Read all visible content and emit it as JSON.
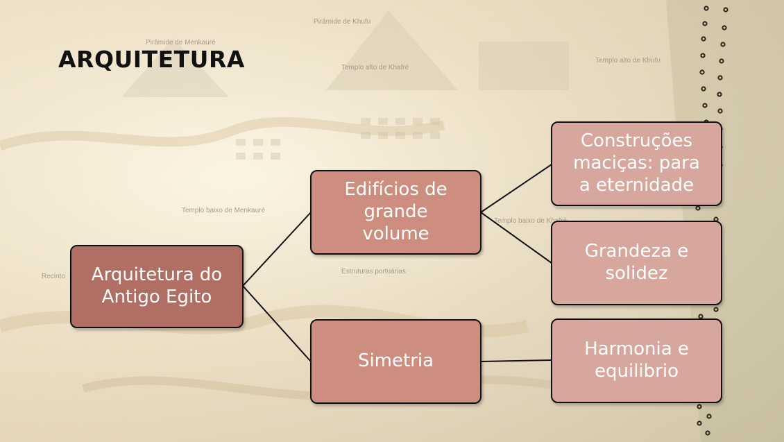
{
  "slide": {
    "title": "ARQUITETURA"
  },
  "background_labels": [
    "Pirâmide de Menkauré",
    "Pirâmide de Khufu",
    "Templo alto de Khafré",
    "Templo alto de Khufu",
    "Templo baixo de Menkauré",
    "Estruturas portuárias",
    "Templo baixo de Khafré",
    "Recinto"
  ],
  "diagram": {
    "root": "Arquitetura do\nAntigo Egito",
    "branches": [
      {
        "label": "Edifícios de\ngrande\nvolume",
        "children": [
          "Construções\nmaciças: para\na eternidade",
          "Grandeza e\nsolidez"
        ]
      },
      {
        "label": "Simetria",
        "children": [
          "Harmonia e\nequilibrio"
        ]
      }
    ]
  },
  "colors": {
    "root_fill": "#b06e64",
    "branch_fill": "#cd8e7f",
    "leaf_fill": "#d7a69c",
    "border": "#111111",
    "title": "#111111"
  }
}
